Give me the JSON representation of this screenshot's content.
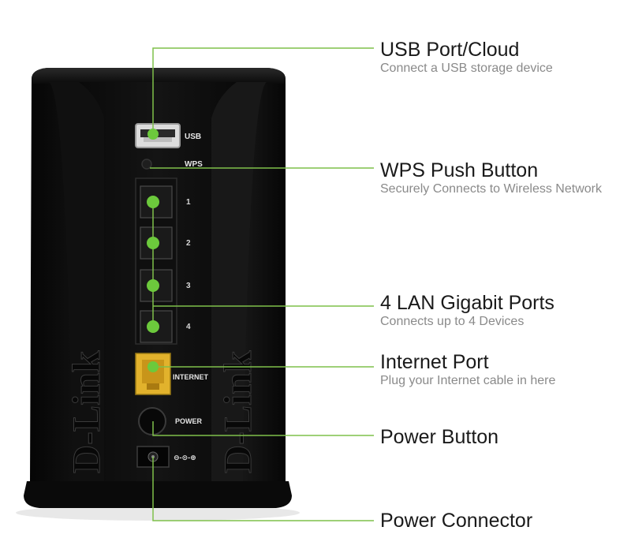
{
  "device": {
    "brand": "D-Link",
    "port_labels": {
      "usb": "USB",
      "wps": "WPS",
      "internet": "INTERNET",
      "power": "POWER"
    },
    "lan_numbers": [
      "1",
      "2",
      "3",
      "4"
    ],
    "connector_symbol": "⊖-⊙-⊕"
  },
  "colors": {
    "accent_line": "#7fc04a",
    "dot": "#6cc93c",
    "internet_port": "#e2b22c",
    "body": "#0c0c0c"
  },
  "callouts": [
    {
      "title": "USB Port/Cloud",
      "subtitle": "Connect a USB storage device"
    },
    {
      "title": "WPS Push Button",
      "subtitle": "Securely Connects to Wireless Network"
    },
    {
      "title": "4 LAN Gigabit Ports",
      "subtitle": "Connects up to 4 Devices"
    },
    {
      "title": "Internet Port",
      "subtitle": "Plug your Internet cable in here"
    },
    {
      "title": "Power Button",
      "subtitle": ""
    },
    {
      "title": "Power Connector",
      "subtitle": ""
    }
  ]
}
